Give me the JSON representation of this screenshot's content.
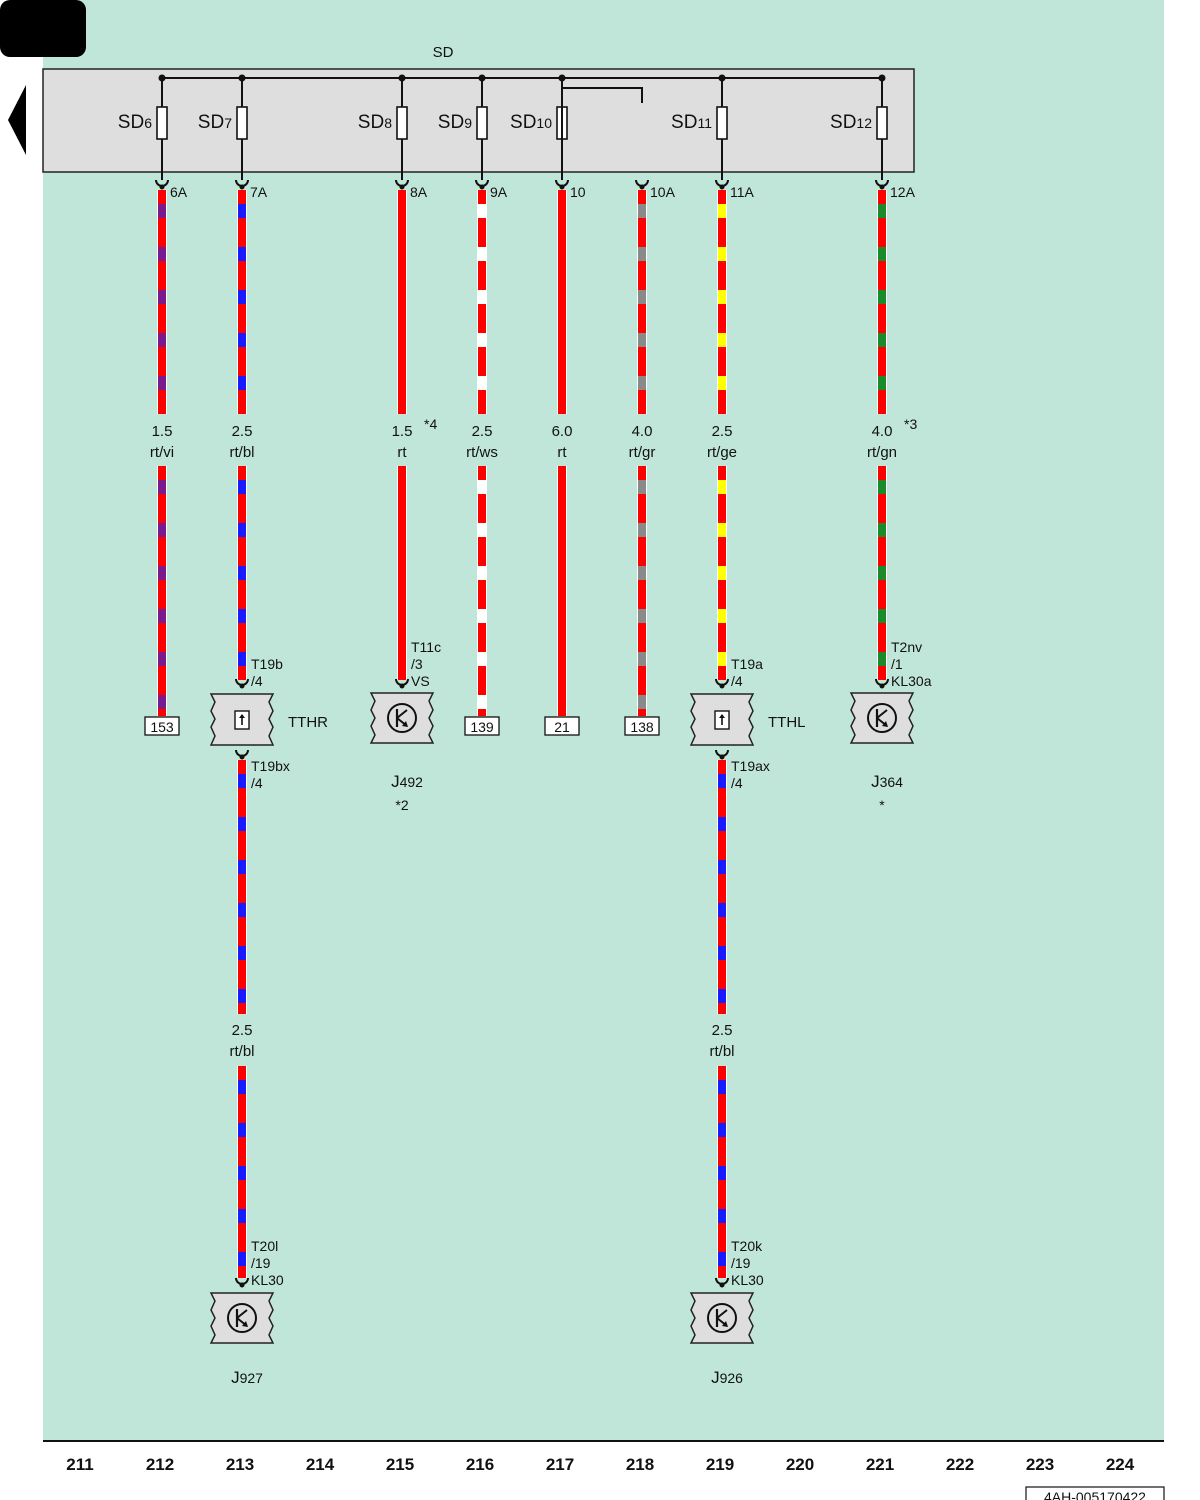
{
  "diagram": {
    "fuse_box_label": "SD",
    "colors": {
      "background": "#c0e6da",
      "fuse_box": "#dedede",
      "rt": "#ff0000",
      "vi": "#7a1a8c",
      "bl": "#1a1aff",
      "ws": "#ffffff",
      "gr": "#8a8a8a",
      "ge": "#ffff00",
      "gn": "#1a8a2a"
    },
    "fuses": [
      {
        "id": "SD6",
        "prefix": "SD",
        "num": "6"
      },
      {
        "id": "SD7",
        "prefix": "SD",
        "num": "7"
      },
      {
        "id": "SD8",
        "prefix": "SD",
        "num": "8"
      },
      {
        "id": "SD9",
        "prefix": "SD",
        "num": "9"
      },
      {
        "id": "SD10",
        "prefix": "SD",
        "num": "10"
      },
      {
        "id": "SD11",
        "prefix": "SD",
        "num": "11"
      },
      {
        "id": "SD12",
        "prefix": "SD",
        "num": "12"
      }
    ],
    "wires": [
      {
        "col": 212,
        "pin": "6A",
        "size": "1.5",
        "color": "rt/vi",
        "colors": [
          "rt",
          "vi"
        ],
        "note": "",
        "end_ref": "153"
      },
      {
        "col": 213,
        "pin": "7A",
        "size": "2.5",
        "color": "rt/bl",
        "colors": [
          "rt",
          "bl"
        ],
        "note": "",
        "end_conn": [
          "T19b",
          "/4"
        ]
      },
      {
        "col": 215,
        "pin": "8A",
        "size": "1.5",
        "color": "rt",
        "colors": [
          "rt"
        ],
        "note": "*4",
        "end_conn": [
          "T11c",
          "/3",
          "VS"
        ]
      },
      {
        "col": 216,
        "pin": "9A",
        "size": "2.5",
        "color": "rt/ws",
        "colors": [
          "rt",
          "ws"
        ],
        "note": "",
        "end_ref": "139"
      },
      {
        "col": 217,
        "pin": "10",
        "size": "6.0",
        "color": "rt",
        "colors": [
          "rt"
        ],
        "note": "",
        "end_ref": "21"
      },
      {
        "col": 218,
        "pin": "10A",
        "size": "4.0",
        "color": "rt/gr",
        "colors": [
          "rt",
          "gr"
        ],
        "note": "",
        "end_ref": "138"
      },
      {
        "col": 219,
        "pin": "11A",
        "size": "2.5",
        "color": "rt/ge",
        "colors": [
          "rt",
          "ge"
        ],
        "note": "",
        "end_conn": [
          "T19a",
          "/4"
        ]
      },
      {
        "col": 221,
        "pin": "12A",
        "size": "4.0",
        "color": "rt/gn",
        "colors": [
          "rt",
          "gn"
        ],
        "note": "*3",
        "end_conn": [
          "T2nv",
          "/1",
          "KL30a"
        ]
      }
    ],
    "separation_points": [
      {
        "label": "TTHR",
        "col": 213
      },
      {
        "label": "TTHL",
        "col": 219
      }
    ],
    "lower_wires": [
      {
        "col": 213,
        "start_conn": [
          "T19bx",
          "/4"
        ],
        "size": "2.5",
        "color": "rt/bl",
        "colors": [
          "rt",
          "bl"
        ],
        "end_conn": [
          "T20l",
          "/19",
          "KL30"
        ]
      },
      {
        "col": 219,
        "start_conn": [
          "T19ax",
          "/4"
        ],
        "size": "2.5",
        "color": "rt/bl",
        "colors": [
          "rt",
          "bl"
        ],
        "end_conn": [
          "T20k",
          "/19",
          "KL30"
        ]
      }
    ],
    "components": [
      {
        "col": 215,
        "prefix": "J",
        "num": "492",
        "note": "*2"
      },
      {
        "col": 221,
        "prefix": "J",
        "num": "364",
        "note": "*"
      },
      {
        "col": 213,
        "prefix": "J",
        "num": "927",
        "note": ""
      },
      {
        "col": 219,
        "prefix": "J",
        "num": "926",
        "note": ""
      }
    ],
    "column_numbers": [
      "211",
      "212",
      "213",
      "214",
      "215",
      "216",
      "217",
      "218",
      "219",
      "220",
      "221",
      "222",
      "223",
      "224"
    ],
    "doc_id": "4AH-005170422"
  }
}
